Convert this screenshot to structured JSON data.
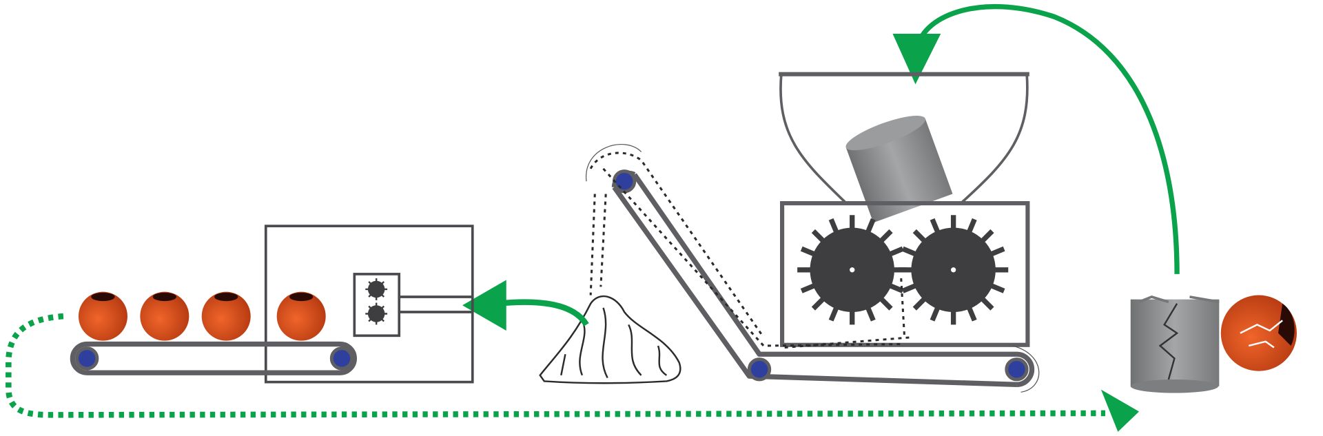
{
  "colors": {
    "arrow_green": "#0aa24a",
    "machine_gray": "#5f5f63",
    "roller_blue": "#2e3f9e",
    "ball_orange": "#d9501f",
    "gear_dark": "#3e3e40",
    "can_gray": "#8e9091",
    "debris_dark": "#2b2b2b"
  },
  "diagram": {
    "stages": [
      "sorting-conveyor",
      "press-machine",
      "debris-pile",
      "incline-conveyor",
      "hopper-crusher",
      "damaged-items"
    ]
  }
}
